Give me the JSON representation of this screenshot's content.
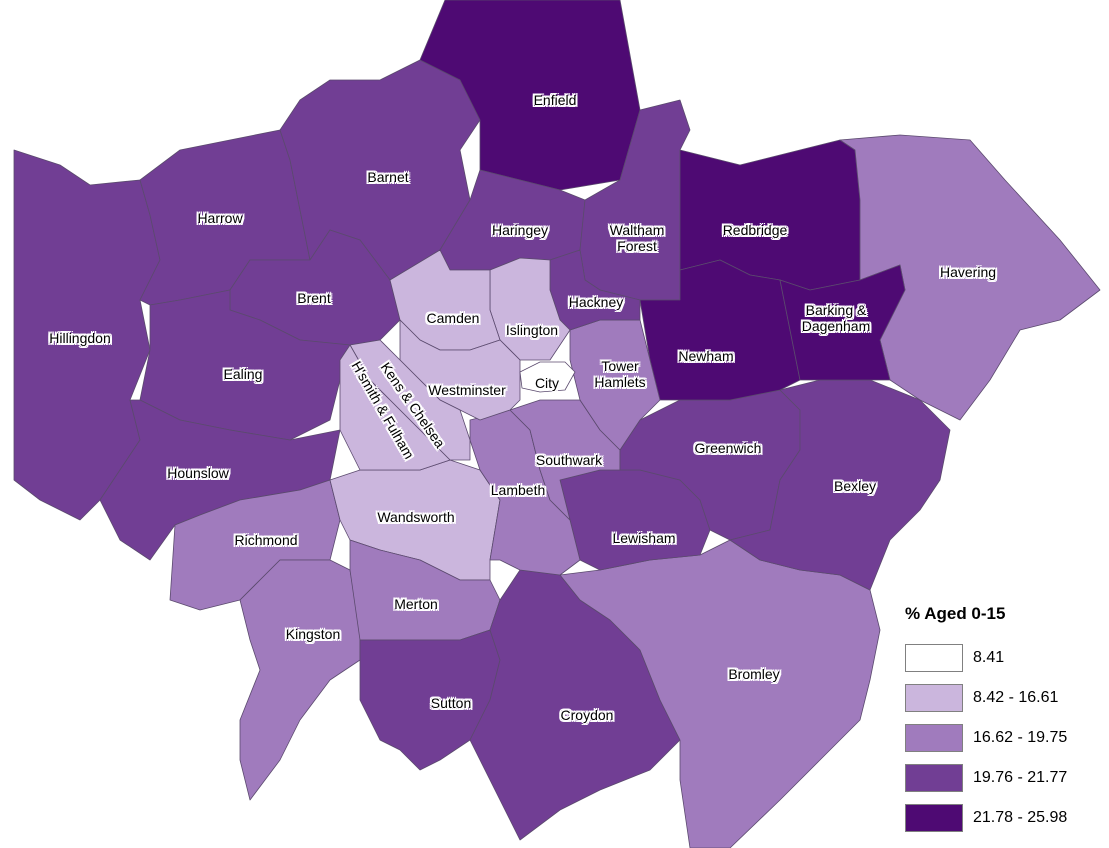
{
  "map": {
    "legend": {
      "title": "% Aged 0-15",
      "classes": [
        {
          "range": "8.41",
          "color": "#ffffff"
        },
        {
          "range": "8.42 - 16.61",
          "color": "#cbb6dd"
        },
        {
          "range": "16.62 - 19.75",
          "color": "#a07bbd"
        },
        {
          "range": "19.76 - 21.77",
          "color": "#713e94"
        },
        {
          "range": "21.78 - 25.98",
          "color": "#4e0a73"
        }
      ]
    },
    "boroughs": [
      {
        "id": "enfield",
        "name": "Enfield",
        "class": 4
      },
      {
        "id": "barnet",
        "name": "Barnet",
        "class": 3
      },
      {
        "id": "harrow",
        "name": "Harrow",
        "class": 3
      },
      {
        "id": "haringey",
        "name": "Haringey",
        "class": 3
      },
      {
        "id": "waltham",
        "name": "Waltham\nForest",
        "class": 3
      },
      {
        "id": "redbridge",
        "name": "Redbridge",
        "class": 4
      },
      {
        "id": "havering",
        "name": "Havering",
        "class": 2
      },
      {
        "id": "hillingdon",
        "name": "Hillingdon",
        "class": 3
      },
      {
        "id": "brent",
        "name": "Brent",
        "class": 3
      },
      {
        "id": "camden",
        "name": "Camden",
        "class": 1
      },
      {
        "id": "islington",
        "name": "Islington",
        "class": 1
      },
      {
        "id": "hackney",
        "name": "Hackney",
        "class": 3
      },
      {
        "id": "barking",
        "name": "Barking &\nDagenham",
        "class": 4
      },
      {
        "id": "ealing",
        "name": "Ealing",
        "class": 3
      },
      {
        "id": "kensington",
        "name": "Kens & Chelsea",
        "class": 1
      },
      {
        "id": "hammersmith",
        "name": "H'smith & Fulham",
        "class": 1
      },
      {
        "id": "westminster",
        "name": "Westminster",
        "class": 1
      },
      {
        "id": "city",
        "name": "City",
        "class": 0
      },
      {
        "id": "towerhamlets",
        "name": "Tower\nHamlets",
        "class": 2
      },
      {
        "id": "newham",
        "name": "Newham",
        "class": 4
      },
      {
        "id": "hounslow",
        "name": "Hounslow",
        "class": 3
      },
      {
        "id": "southwark",
        "name": "Southwark",
        "class": 2
      },
      {
        "id": "lambeth",
        "name": "Lambeth",
        "class": 2
      },
      {
        "id": "greenwich",
        "name": "Greenwich",
        "class": 3
      },
      {
        "id": "bexley",
        "name": "Bexley",
        "class": 3
      },
      {
        "id": "richmond",
        "name": "Richmond",
        "class": 2
      },
      {
        "id": "wandsworth",
        "name": "Wandsworth",
        "class": 1
      },
      {
        "id": "lewisham",
        "name": "Lewisham",
        "class": 3
      },
      {
        "id": "merton",
        "name": "Merton",
        "class": 2
      },
      {
        "id": "kingston",
        "name": "Kingston",
        "class": 2
      },
      {
        "id": "sutton",
        "name": "Sutton",
        "class": 3
      },
      {
        "id": "croydon",
        "name": "Croydon",
        "class": 3
      },
      {
        "id": "bromley",
        "name": "Bromley",
        "class": 2
      }
    ]
  }
}
